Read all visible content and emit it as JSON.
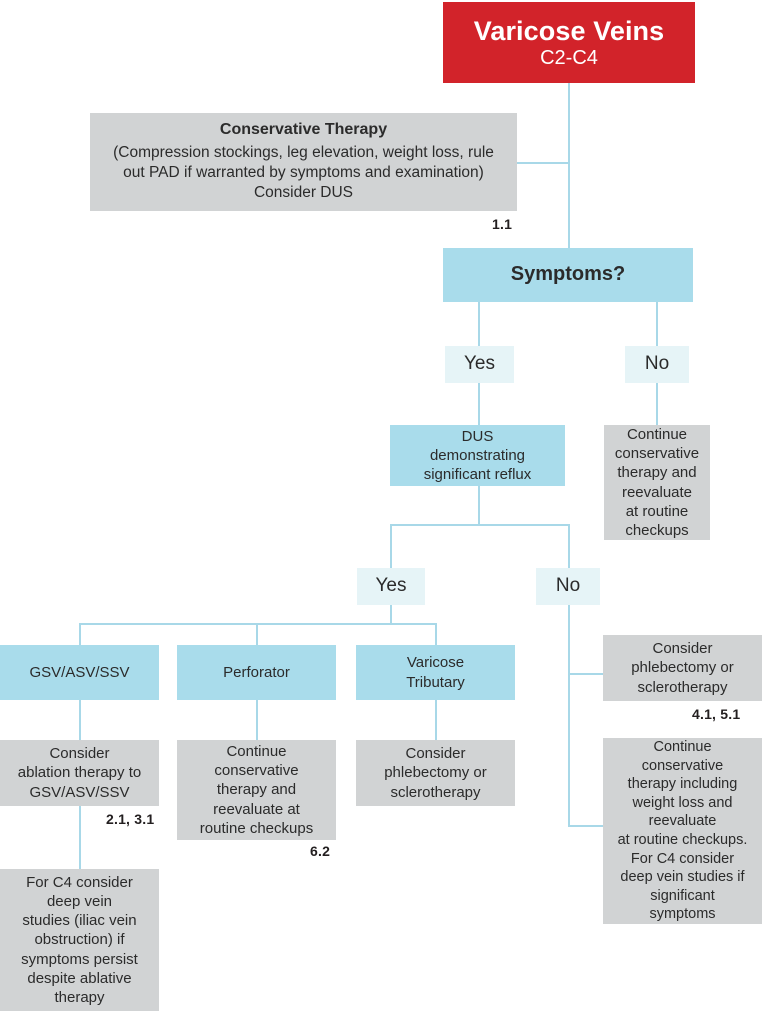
{
  "diagram": {
    "title": "Varicose Veins C2-C4 Treatment Algorithm",
    "type": "clinical-flowchart",
    "colors": {
      "root": "#d2232a",
      "decision": "#a9dceb",
      "branch_label": "#e6f4f7",
      "outcome": "#d1d3d4",
      "connector": "#a8d8e8",
      "text": "#2b2b2b",
      "root_text": "#ffffff"
    },
    "nodes": {
      "root": {
        "line1": "Varicose Veins",
        "line2": "C2-C4"
      },
      "conservative_therapy": {
        "title": "Conservative Therapy",
        "body": "(Compression stockings, leg elevation, weight loss, rule\nout PAD if warranted by symptoms and examination)\nConsider DUS",
        "ref": "1.1"
      },
      "symptoms_decision": {
        "label": "Symptoms?"
      },
      "symptoms_yes": {
        "label": "Yes"
      },
      "symptoms_no": {
        "label": "No"
      },
      "dus_decision": {
        "label": "DUS\ndemonstrating\nsignificant reflux"
      },
      "no_symptoms_outcome": {
        "label": "Continue\nconservative\ntherapy and\nreevaluate\nat routine\ncheckups"
      },
      "reflux_yes": {
        "label": "Yes"
      },
      "reflux_no": {
        "label": "No"
      },
      "gsv_asv_ssv": {
        "label": "GSV/ASV/SSV"
      },
      "perforator": {
        "label": "Perforator"
      },
      "varicose_tributary": {
        "label": "Varicose\nTributary"
      },
      "ablation_outcome": {
        "label": "Consider\nablation therapy to\nGSV/ASV/SSV",
        "ref": "2.1, 3.1"
      },
      "perforator_outcome": {
        "label": "Continue\nconservative\ntherapy and\nreevaluate at\nroutine checkups",
        "ref": "6.2"
      },
      "tributary_outcome": {
        "label": "Consider\nphlebectomy or\nsclerotherapy"
      },
      "c4_deep_vein_outcome": {
        "label": "For C4 consider\ndeep vein\nstudies (iliac vein\nobstruction) if\nsymptoms persist\ndespite ablative\ntherapy"
      },
      "no_reflux_phlebectomy": {
        "label": "Consider\nphlebectomy or\nsclerotherapy",
        "ref": "4.1, 5.1"
      },
      "no_reflux_conservative": {
        "label": "Continue\nconservative\ntherapy including\nweight loss and\nreevaluate\nat routine checkups.\nFor C4 consider\ndeep vein studies if\nsignificant\nsymptoms"
      }
    }
  }
}
